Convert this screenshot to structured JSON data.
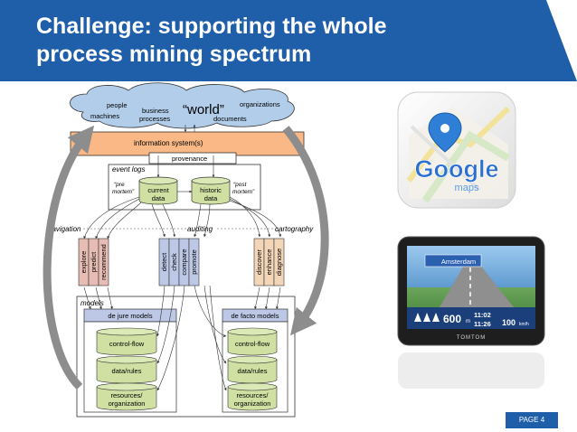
{
  "slide": {
    "title_line1": "Challenge: supporting the whole",
    "title_line2": "process mining spectrum",
    "page_label": "PAGE 4"
  },
  "diagram": {
    "world": {
      "label": "“world”",
      "people": "people",
      "machines": "machines",
      "business": "business",
      "processes": "processes",
      "organizations": "organizations",
      "documents": "documents"
    },
    "information_systems": "information system(s)",
    "provenance": "provenance",
    "event_logs": "event logs",
    "current_data_1": "current",
    "current_data_2": "data",
    "historic_data_1": "historic",
    "historic_data_2": "data",
    "pre_mortem_1": "“pre",
    "pre_mortem_2": "mortem”",
    "post_mortem_1": "“post",
    "post_mortem_2": "mortem”",
    "navigation": "navigation",
    "auditing": "auditing",
    "cartography": "cartography",
    "nav_actions": [
      "explore",
      "predict",
      "recommend"
    ],
    "audit_actions": [
      "detect",
      "check",
      "compare",
      "promote"
    ],
    "carto_actions": [
      "discover",
      "enhance",
      "diagnose"
    ],
    "models": "models",
    "de_jure": "de jure models",
    "de_facto": "de facto models",
    "control_flow": "control-flow",
    "data_rules": "data/rules",
    "resources_1": "resources/",
    "resources_2": "organization"
  },
  "maps_logo": {
    "google": "Google",
    "maps": "maps"
  },
  "gps": {
    "brand": "TOMTOM",
    "sign": "Amsterdam",
    "distance": "600",
    "distance_unit": "m",
    "time_1": "11:02",
    "time_2": "11:26",
    "speed": "100",
    "speed_unit": "km/h"
  },
  "colors": {
    "header": "#1f5ea8",
    "info_systems": "#f9b886",
    "navigation": "#e6bcb4",
    "auditing": "#bcc8e6",
    "cartography": "#f3d6b8",
    "cylinder": "#cfe0a2",
    "world_cloud": "#b2cdea"
  }
}
